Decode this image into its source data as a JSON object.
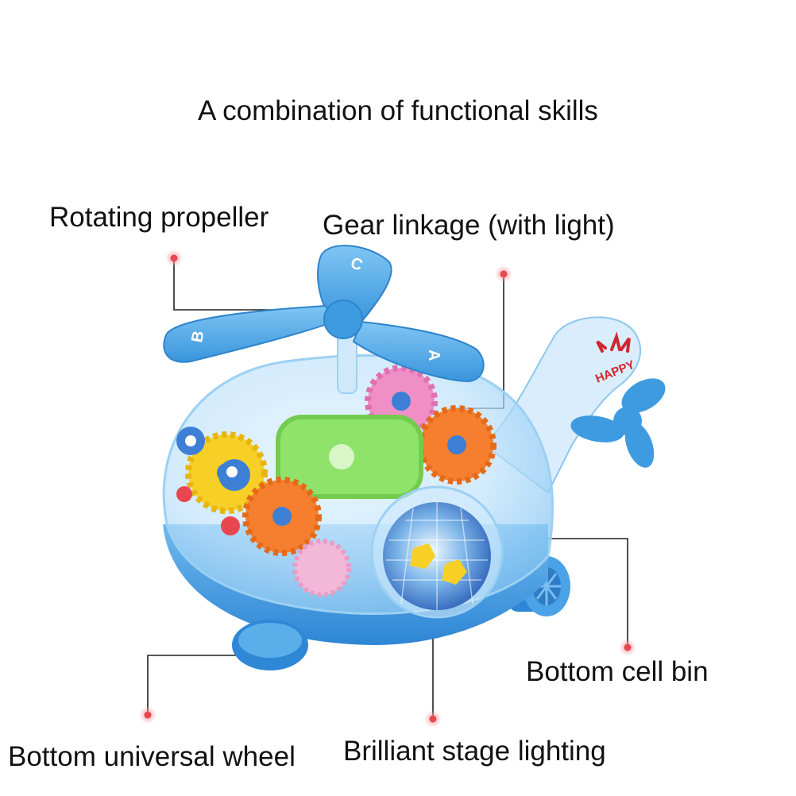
{
  "headline": "A combination of functional skills",
  "callouts": {
    "propeller": "Rotating propeller",
    "gear": "Gear linkage (with light)",
    "cell_bin": "Bottom cell bin",
    "wheel": "Bottom universal wheel",
    "lighting": "Brilliant stage lighting"
  },
  "toy": {
    "blade_letters": [
      "C",
      "B",
      "A"
    ],
    "tail_text": "HAPPY"
  },
  "colors": {
    "toy_blue": "#3e9be0",
    "dot_red": "#e8474f",
    "gear_pink": "#f08ec6",
    "gear_orange": "#f57f2f",
    "gear_green": "#8fe36b",
    "gear_yellow": "#f7d027"
  }
}
